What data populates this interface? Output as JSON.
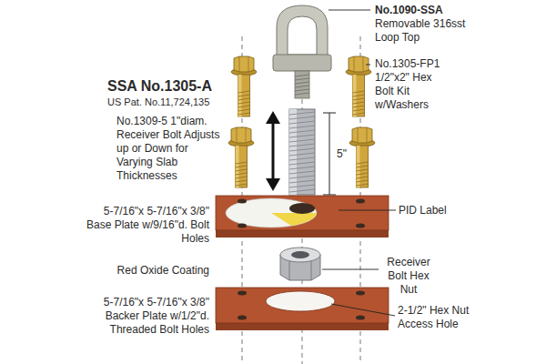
{
  "diagram": {
    "labels": [
      "No.1090-SSA",
      "Removable 316sst Loop Top",
      "No.1305-FP1 1/2\"x2\" Hex Bolt Kit w/Washers",
      "SSA No.1305-A",
      "US Pat. No.11,724,135",
      "No.1309-5 1\"diam. Receiver Bolt Adjusts up or Down for Varying Slab Thicknesses",
      "5\"",
      "PID Label",
      "5-7/16\"x 5-7/16\"x 3/8\" Base Plate w/9/16\"d. Bolt Holes",
      "Red Oxide Coating",
      "Receiver Bolt Hex Nut",
      "5-7/16\"x 5-7/16\"x 3/8\" Backer Plate w/1/2\"d. Threaded Bolt Holes",
      "2-1/2\" Hex Nut Access Hole"
    ]
  }
}
